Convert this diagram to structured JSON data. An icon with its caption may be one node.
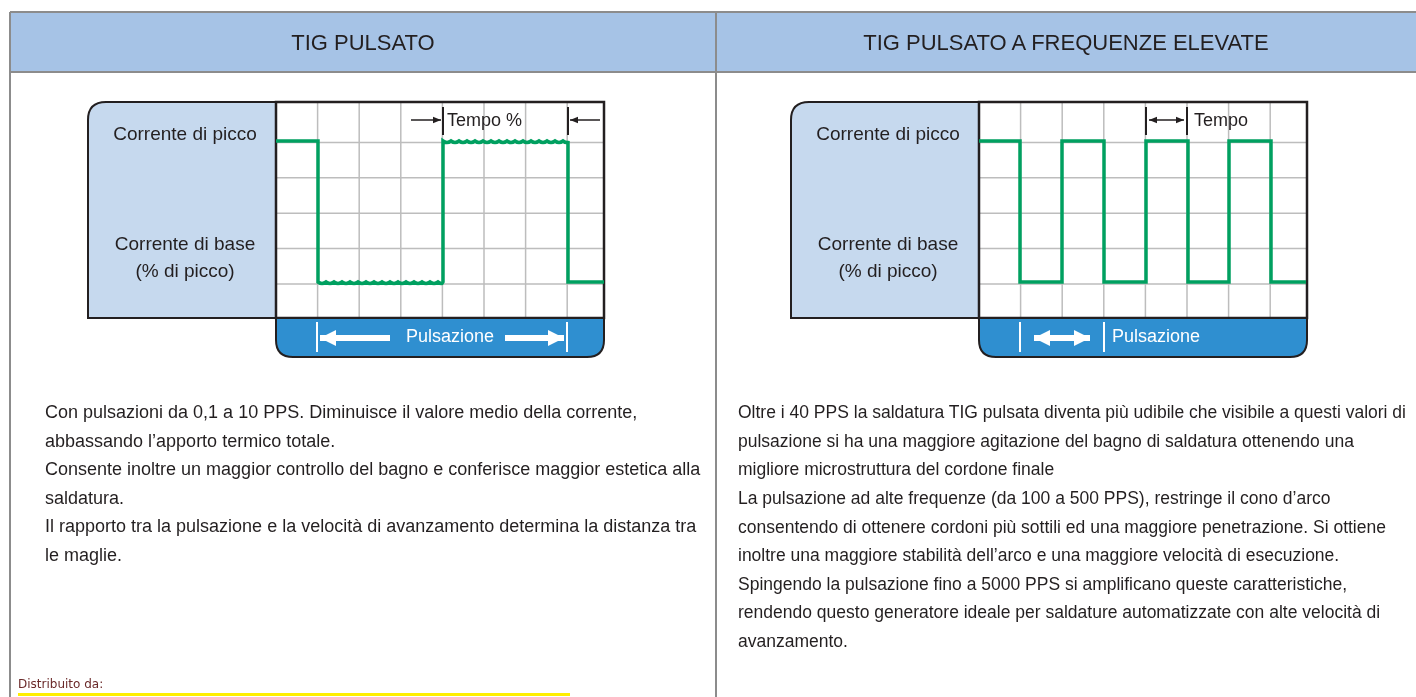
{
  "diagram": {
    "labels": [
      "TIG PULSATO",
      "TIG PULSATO A FREQUENZE ELEVATE",
      "Corrente di picco",
      "Tempo %",
      "Corrente di picco",
      "Tempo",
      "Corrente di base (% di picco)",
      "Corrente di base (% di picco)",
      "Pulsazione",
      "Pulsazione",
      "Con pulsazioni da 0,1 a 10 PPS. Diminuisce il valore medio della corrente, abbassando l’apporto termico totale.",
      "Consente inoltre un maggior controllo del bagno e conferisce maggior estetica alla saldatura.",
      "Il rapporto tra la pulsazione e la velocità di avanzamento determina la distanza tra le maglie.",
      "Oltre i 40 PPS la saldatura TIG pulsata diventa più udibile che visibile a questi valori di pulsazione si ha una maggiore agitazione del bagno di saldatura ottenendo una migliore microstruttura del cordone finale",
      "La pulsazione ad alte frequenze (da 100 a 500 PPS), restringe il cono d’arco consentendo di ottenere cordoni più sottili ed una maggiore penetrazione. Si ottiene inoltre una maggiore stabilità dell’arco e una maggiore velocità di esecuzione. Spingendo la pulsazione fino a 5000 PPS si amplificano queste caratteristiche, rendendo questo generatore ideale per saldature automatizzate con alte velocità di avanzamento.",
      "Distribuito da:"
    ]
  }
}
